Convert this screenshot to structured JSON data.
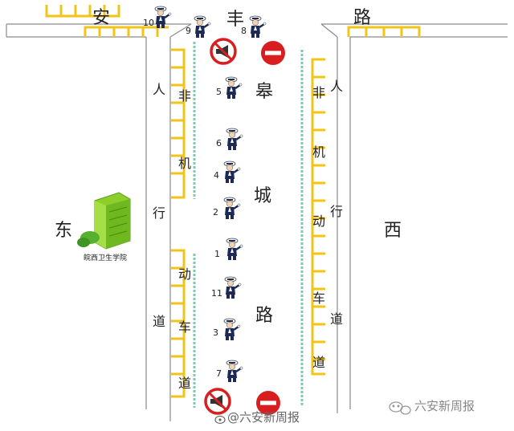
{
  "labels": {
    "top_road": [
      "安",
      "丰",
      "路"
    ],
    "main_road": [
      "皋",
      "城",
      "路"
    ],
    "west": "东",
    "east": "西",
    "left_walkway": [
      "人",
      "行",
      "道"
    ],
    "left_bike_lane": [
      "非",
      "机",
      "动",
      "车",
      "道"
    ],
    "right_walkway": [
      "人",
      "行",
      "道"
    ],
    "right_bike_lane": [
      "非",
      "机",
      "动",
      "车",
      "道"
    ],
    "building": "皖西卫生学院",
    "watermark_center": "@六安新周报",
    "watermark_right": "六安新周报"
  },
  "officers": [
    "1",
    "2",
    "3",
    "4",
    "5",
    "6",
    "7",
    "8",
    "9",
    "10",
    "11"
  ],
  "signs": {
    "no_horn": "no-horn-sign",
    "no_entry": "no-entry-sign"
  },
  "colors": {
    "road_line": "#8a8a8a",
    "parking": "#f2c418",
    "fence": "#7fc8b0",
    "sign_red": "#d81e1e",
    "building_green": "#8ccf2a",
    "officer_blue": "#1c2a55"
  }
}
